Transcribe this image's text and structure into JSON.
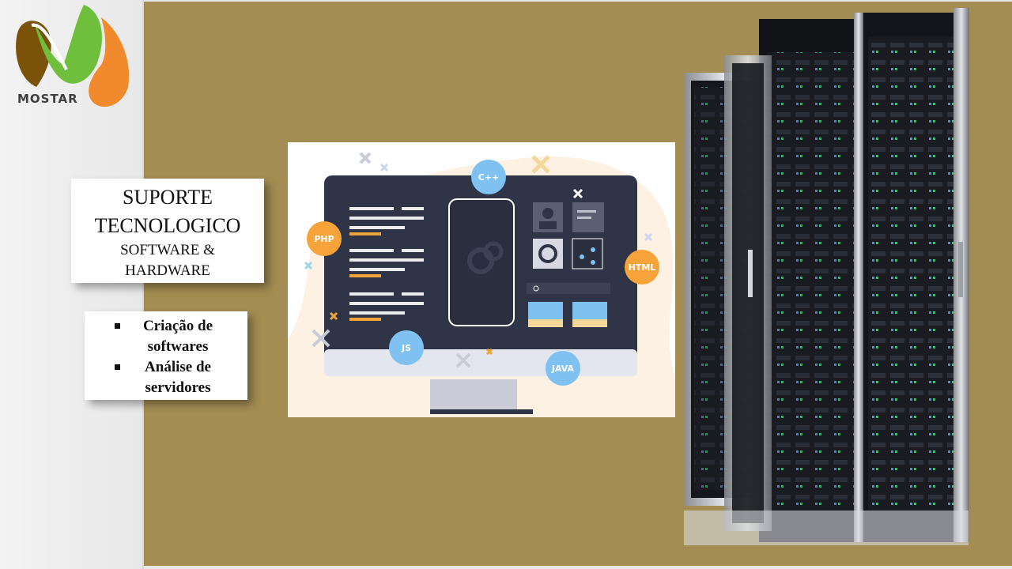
{
  "logo": {
    "text": "MOSTAR",
    "colors": {
      "brown": "#7a5209",
      "green": "#6fbf3c",
      "orange": "#f08a2c"
    }
  },
  "title_box": {
    "line1": "SUPORTE",
    "line2": "TECNOLOGICO",
    "line3": "SOFTWARE &",
    "line4": "HARDWARE"
  },
  "services": [
    {
      "line1": "Criação de",
      "line2": "softwares"
    },
    {
      "line1": "Análise de",
      "line2": "servidores"
    }
  ],
  "illustration": {
    "badges": [
      "C++",
      "PHP",
      "HTML",
      "JS",
      "JAVA"
    ]
  },
  "colors": {
    "background": "#a38d52",
    "sidebar": "#f1f1f1",
    "monitor_dark": "#2f3446",
    "badge_orange": "#f6a339",
    "badge_blue": "#7fc1f0"
  }
}
